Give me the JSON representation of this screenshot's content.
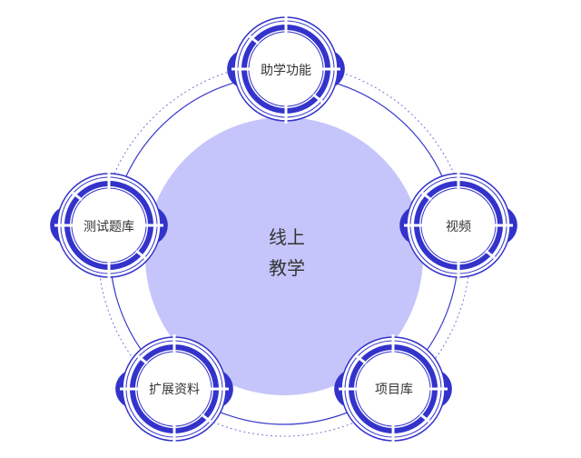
{
  "center": {
    "line1": "线上",
    "line2": "教学"
  },
  "nodes": [
    {
      "label": "助学功能"
    },
    {
      "label": "视频"
    },
    {
      "label": "项目库"
    },
    {
      "label": "扩展资料"
    },
    {
      "label": "测试题库"
    }
  ],
  "colors": {
    "accent": "#3333cc",
    "center_fill": "#c5c5fb",
    "label": "#333333"
  }
}
